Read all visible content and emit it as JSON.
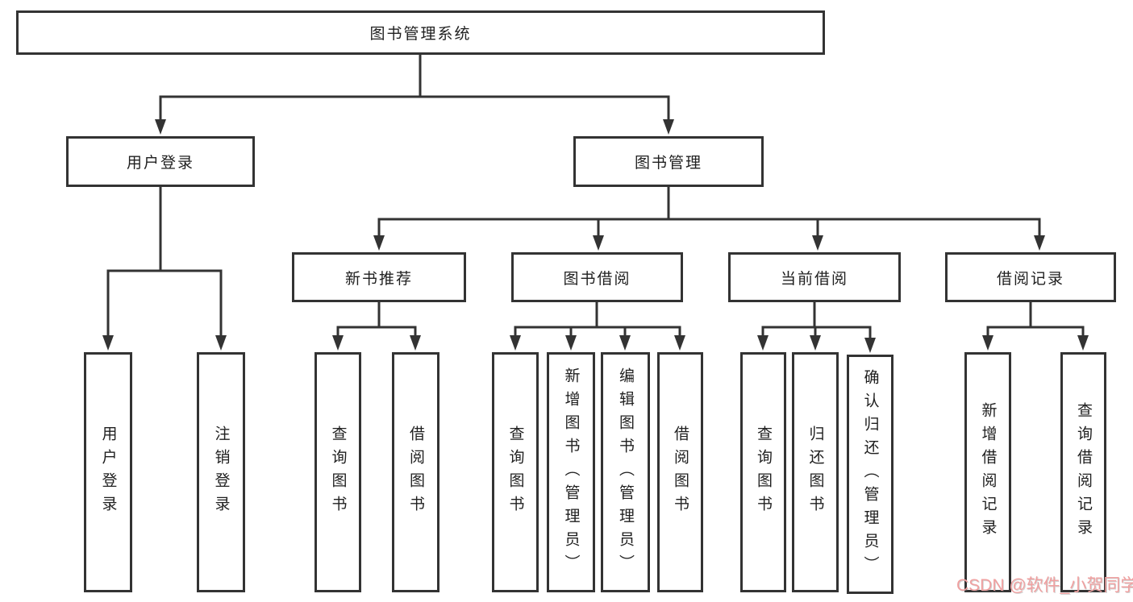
{
  "diagram": {
    "type": "hierarchy-tree",
    "colors": {
      "line": "#333333",
      "box_border": "#333333",
      "box_fill": "#ffffff",
      "text": "#1f1f1f",
      "background": "#ffffff",
      "watermark": "#f0a0a0"
    }
  },
  "tree": {
    "label": "图书管理系统",
    "children": [
      {
        "label": "用户登录",
        "children": [
          {
            "label": "用户登录"
          },
          {
            "label": "注销登录"
          }
        ]
      },
      {
        "label": "图书管理",
        "children": [
          {
            "label": "新书推荐",
            "children": [
              {
                "label": "查询图书"
              },
              {
                "label": "借阅图书"
              }
            ]
          },
          {
            "label": "图书借阅",
            "children": [
              {
                "label": "查询图书"
              },
              {
                "label": "新增图书（管理员）"
              },
              {
                "label": "编辑图书（管理员）"
              },
              {
                "label": "借阅图书"
              }
            ]
          },
          {
            "label": "当前借阅",
            "children": [
              {
                "label": "查询图书"
              },
              {
                "label": "归还图书"
              },
              {
                "label": "确认归还（管理员）"
              }
            ]
          },
          {
            "label": "借阅记录",
            "children": [
              {
                "label": "新增借阅记录"
              },
              {
                "label": "查询借阅记录"
              }
            ]
          }
        ]
      }
    ]
  },
  "watermark": {
    "text": "CSDN @软件_小贺同学"
  }
}
